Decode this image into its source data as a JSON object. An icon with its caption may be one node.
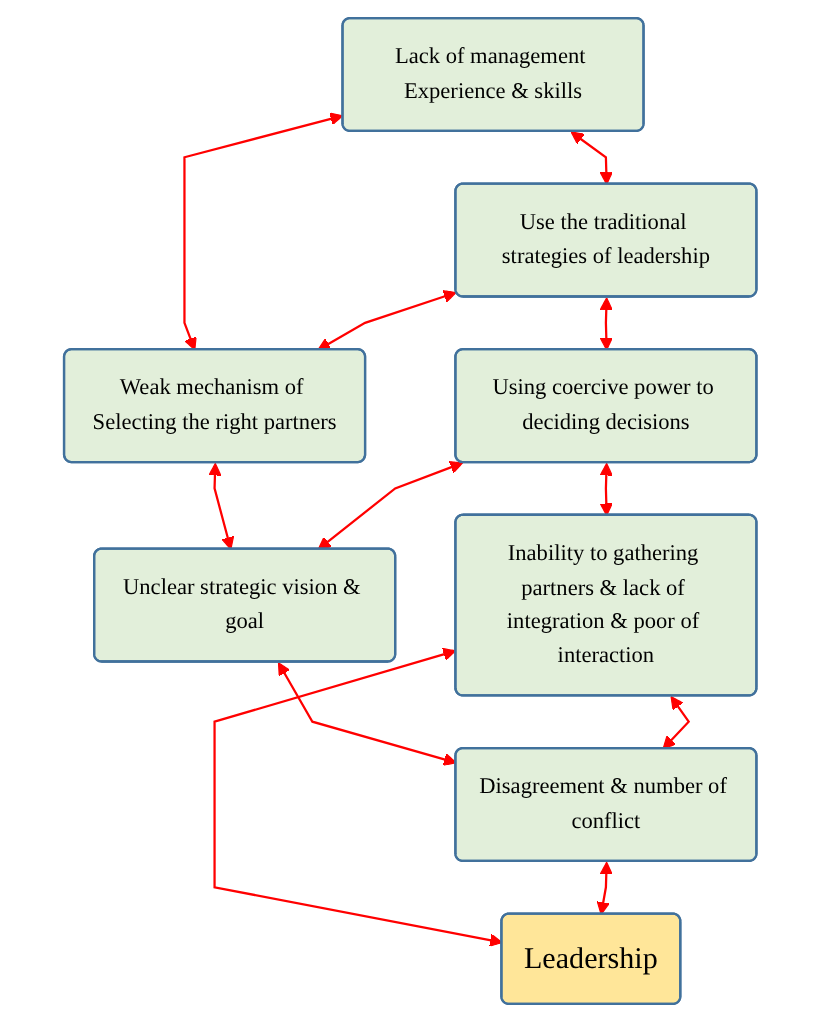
{
  "diagram": {
    "nodes": [
      {
        "text": [
          "Lack of management Experience & skills"
        ]
      },
      {
        "text": [
          "Use the traditional strategies of leadership"
        ]
      },
      {
        "text": [
          "Weak mechanism of Selecting the right partners"
        ]
      },
      {
        "text": [
          "Using coercive power to deciding decisions"
        ]
      },
      {
        "text": [
          "Unclear strategic vision & goal"
        ]
      },
      {
        "text": [
          "Inability to gathering partners & lack of integration & poor of interaction"
        ]
      },
      {
        "text": [
          "Disagreement & number of conflict"
        ]
      },
      {
        "text": [
          "Leadership"
        ]
      }
    ],
    "edges": [
      {
        "from": 0,
        "to": 1,
        "arrow": "both"
      },
      {
        "from": 0,
        "to": 2,
        "arrow": "both"
      },
      {
        "from": 1,
        "to": 2,
        "arrow": "both"
      },
      {
        "from": 1,
        "to": 3,
        "arrow": "both"
      },
      {
        "from": 2,
        "to": 4,
        "arrow": "both"
      },
      {
        "from": 3,
        "to": 4,
        "arrow": "both"
      },
      {
        "from": 3,
        "to": 5,
        "arrow": "both"
      },
      {
        "from": 4,
        "to": 6,
        "arrow": "both"
      },
      {
        "from": 5,
        "to": 6,
        "arrow": "both"
      },
      {
        "from": 5,
        "to": 7,
        "arrow": "both"
      },
      {
        "from": 6,
        "to": 7,
        "arrow": "both"
      }
    ]
  }
}
